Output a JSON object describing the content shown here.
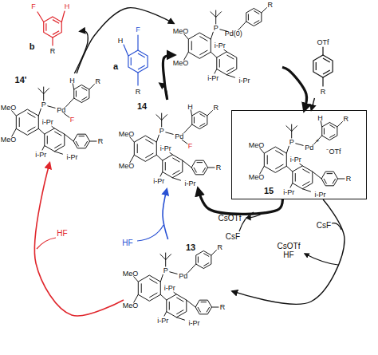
{
  "diagram": {
    "nodes": [
      {
        "text": [
          "F",
          "H",
          "b",
          "R"
        ]
      },
      {
        "text": [
          "P",
          "Pd(0)",
          "MeO",
          "MeO",
          "i-Pr",
          "i-Pr",
          "i-Pr",
          "R"
        ]
      },
      {
        "text": [
          "F",
          "H",
          "a",
          "R"
        ]
      },
      {
        "text": [
          "OTf",
          "R"
        ]
      },
      {
        "text": [
          "14'",
          "R",
          "H",
          "P",
          "Pd",
          "F",
          "MeO",
          "MeO",
          "i-Pr",
          "i-Pr",
          "R",
          "i-Pr"
        ]
      },
      {
        "text": [
          "14",
          "H",
          "R",
          "P",
          "Pd",
          "F",
          "MeO",
          "MeO",
          "i-Pr",
          "i-Pr",
          "R",
          "i-Pr"
        ]
      },
      {
        "text": [
          "15",
          "H",
          "R",
          "P",
          "Pd",
          "+",
          "⁻OTf",
          "MeO",
          "MeO",
          "i-Pr",
          "i-Pr",
          "R",
          "i-Pr"
        ]
      },
      {
        "text": [
          "13",
          "R",
          "P",
          "Pd",
          "MeO",
          "MeO",
          "i-Pr",
          "i-Pr",
          "R",
          "i-Pr"
        ]
      }
    ],
    "edges": [
      {
        "from": 1,
        "to": 6,
        "arrow": "to"
      },
      {
        "from": 3,
        "to": 6,
        "arrow": "to"
      },
      {
        "from": 6,
        "to": 5,
        "arrow": "to"
      },
      {
        "from": 6,
        "to": 7,
        "arrow": "to"
      },
      {
        "from": 7,
        "to": 5,
        "arrow": "to",
        "label": "HF"
      },
      {
        "from": 7,
        "to": 4,
        "arrow": "to",
        "label": "HF"
      },
      {
        "from": 5,
        "to": 1,
        "arrow": "to"
      },
      {
        "from": 5,
        "to": 2,
        "arrow": "to"
      },
      {
        "from": 4,
        "to": 1,
        "arrow": "to"
      },
      {
        "from": 4,
        "to": 0,
        "arrow": "to"
      }
    ],
    "labels": [
      "CsOTf",
      "CsF",
      "CsF",
      "CsOTf HF"
    ]
  }
}
